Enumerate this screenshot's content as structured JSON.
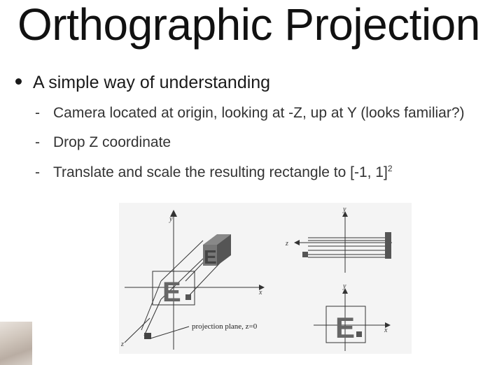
{
  "slide": {
    "title": "Orthographic Projection",
    "bullet": "A simple way of understanding",
    "subbullets": [
      "Camera located at origin, looking at -Z, up at Y (looks familiar?)",
      "Drop Z coordinate",
      "Translate and scale the resulting rectangle to [-1, 1]"
    ],
    "superscript": "2"
  },
  "figure": {
    "label_y": "y",
    "label_x": "x",
    "label_z": "z",
    "projection_caption": "projection plane, z=0",
    "letter": "E"
  }
}
